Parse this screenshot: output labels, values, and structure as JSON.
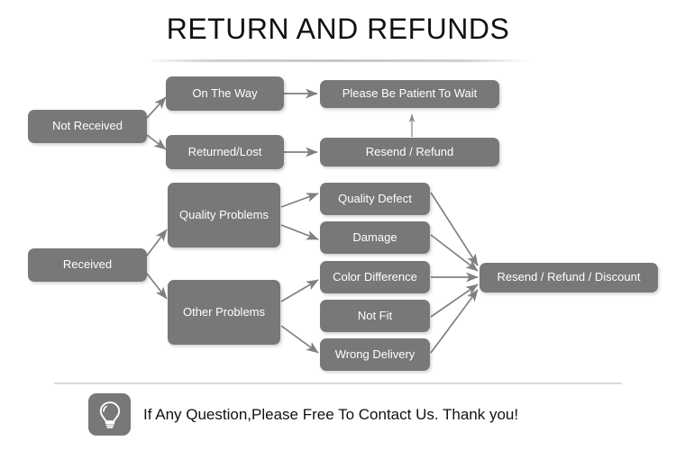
{
  "page": {
    "title": "RETURN AND REFUNDS",
    "background_color": "#ffffff",
    "node_color": "#787878",
    "node_text_color": "#ffffff",
    "arrow_color": "#808080",
    "divider_color": "#d8d8d8"
  },
  "flow": {
    "branches": [
      {
        "root": "Not Received",
        "children": [
          {
            "label": "On The Way",
            "outcome": "Please Be Patient To Wait"
          },
          {
            "label": "Returned/Lost",
            "outcome": "Resend / Refund"
          }
        ]
      },
      {
        "root": "Received",
        "children": [
          {
            "label": "Quality Problems",
            "reasons": [
              "Quality Defect",
              "Damage"
            ]
          },
          {
            "label": "Other Problems",
            "reasons": [
              "Color Difference",
              "Not Fit",
              "Wrong Delivery"
            ]
          }
        ],
        "outcome": "Resend / Refund / Discount"
      }
    ],
    "nodes": {
      "not_received": "Not Received",
      "on_the_way": "On The Way",
      "returned_lost": "Returned/Lost",
      "please_be_patient": "Please Be Patient To Wait",
      "resend_refund": "Resend / Refund",
      "received": "Received",
      "quality_problems": "Quality Problems",
      "other_problems": "Other Problems",
      "quality_defect": "Quality Defect",
      "damage": "Damage",
      "color_difference": "Color Difference",
      "not_fit": "Not Fit",
      "wrong_delivery": "Wrong Delivery",
      "resend_refund_discount": "Resend / Refund / Discount"
    }
  },
  "footer": {
    "icon": "lightbulb-icon",
    "text": "If Any Question,Please Free To Contact Us. Thank you!"
  }
}
